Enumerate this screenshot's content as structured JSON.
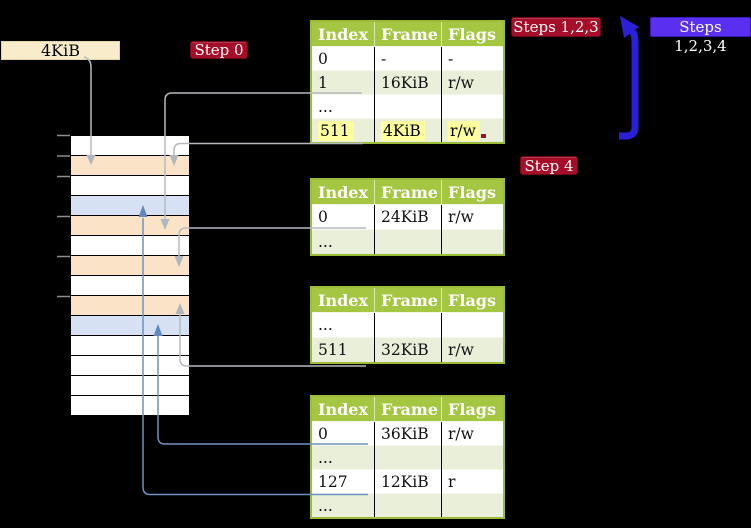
{
  "labels": {
    "page_size_box": "4KiB",
    "step0": "Step 0",
    "steps123": "Steps 1,2,3",
    "steps1234": "Steps 1,2,3,4",
    "step4": "Step 4"
  },
  "palette": {
    "background": "#000000",
    "badge_red": "#a60d29",
    "badge_blue": "#5a2ff0",
    "table_header_green": "#a4c640",
    "table_row_green": "#e9efd9",
    "highlight_yellow": "#feff9e",
    "page_size_box_cream": "#f9ecca",
    "memory_orange": "#fbe3c7",
    "memory_blue": "#d6e2f3",
    "wire_gray": "#b6babf",
    "wire_steel_blue": "#7191bf",
    "thick_arrow_blue": "#2b1fd8"
  },
  "memory": {
    "rows": [
      {
        "color": "white"
      },
      {
        "color": "orange"
      },
      {
        "color": "white"
      },
      {
        "color": "blue"
      },
      {
        "color": "orange"
      },
      {
        "color": "white"
      },
      {
        "color": "orange"
      },
      {
        "color": "white"
      },
      {
        "color": "orange"
      },
      {
        "color": "blue"
      },
      {
        "color": "white"
      },
      {
        "color": "white"
      },
      {
        "color": "white"
      },
      {
        "color": "white"
      }
    ]
  },
  "tables": [
    {
      "headers": [
        "Index",
        "Frame",
        "Flags"
      ],
      "rows": [
        [
          "0",
          "-",
          "-"
        ],
        [
          "1",
          "16KiB",
          "r/w"
        ],
        [
          "...",
          "",
          ""
        ],
        [
          "511",
          "4KiB",
          "r/w"
        ]
      ],
      "highlighted_row": 3
    },
    {
      "headers": [
        "Index",
        "Frame",
        "Flags"
      ],
      "rows": [
        [
          "0",
          "24KiB",
          "r/w"
        ],
        [
          "...",
          "",
          ""
        ]
      ]
    },
    {
      "headers": [
        "Index",
        "Frame",
        "Flags"
      ],
      "rows": [
        [
          "...",
          "",
          ""
        ],
        [
          "511",
          "32KiB",
          "r/w"
        ]
      ]
    },
    {
      "headers": [
        "Index",
        "Frame",
        "Flags"
      ],
      "rows": [
        [
          "0",
          "36KiB",
          "r/w"
        ],
        [
          "...",
          "",
          ""
        ],
        [
          "127",
          "12KiB",
          "r"
        ],
        [
          "...",
          "",
          ""
        ]
      ]
    }
  ]
}
